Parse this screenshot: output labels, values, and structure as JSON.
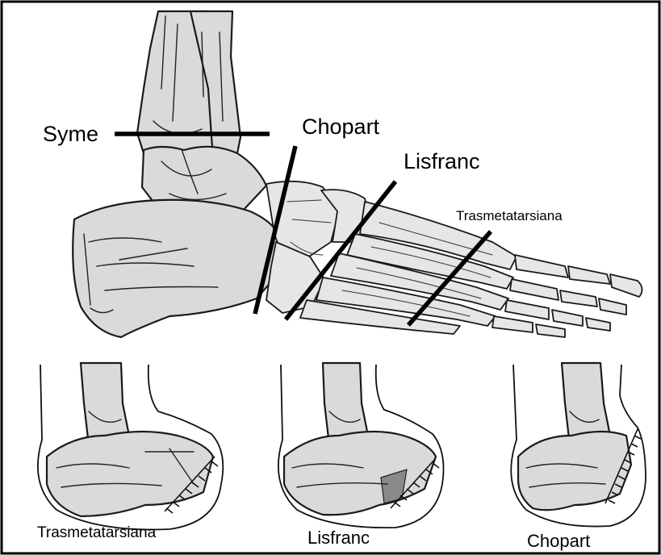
{
  "main_figure": {
    "amputation_levels": [
      {
        "id": "syme",
        "label": "Syme"
      },
      {
        "id": "chopart",
        "label": "Chopart"
      },
      {
        "id": "lisfranc",
        "label": "Lisfranc"
      },
      {
        "id": "transmetatarsal",
        "label": "Trasmetatarsiana"
      }
    ]
  },
  "stump_panels": [
    {
      "id": "transmetatarsal",
      "caption": "Trasmetatarsiana"
    },
    {
      "id": "lisfranc",
      "caption": "Lisfranc"
    },
    {
      "id": "chopart",
      "caption": "Chopart"
    }
  ]
}
